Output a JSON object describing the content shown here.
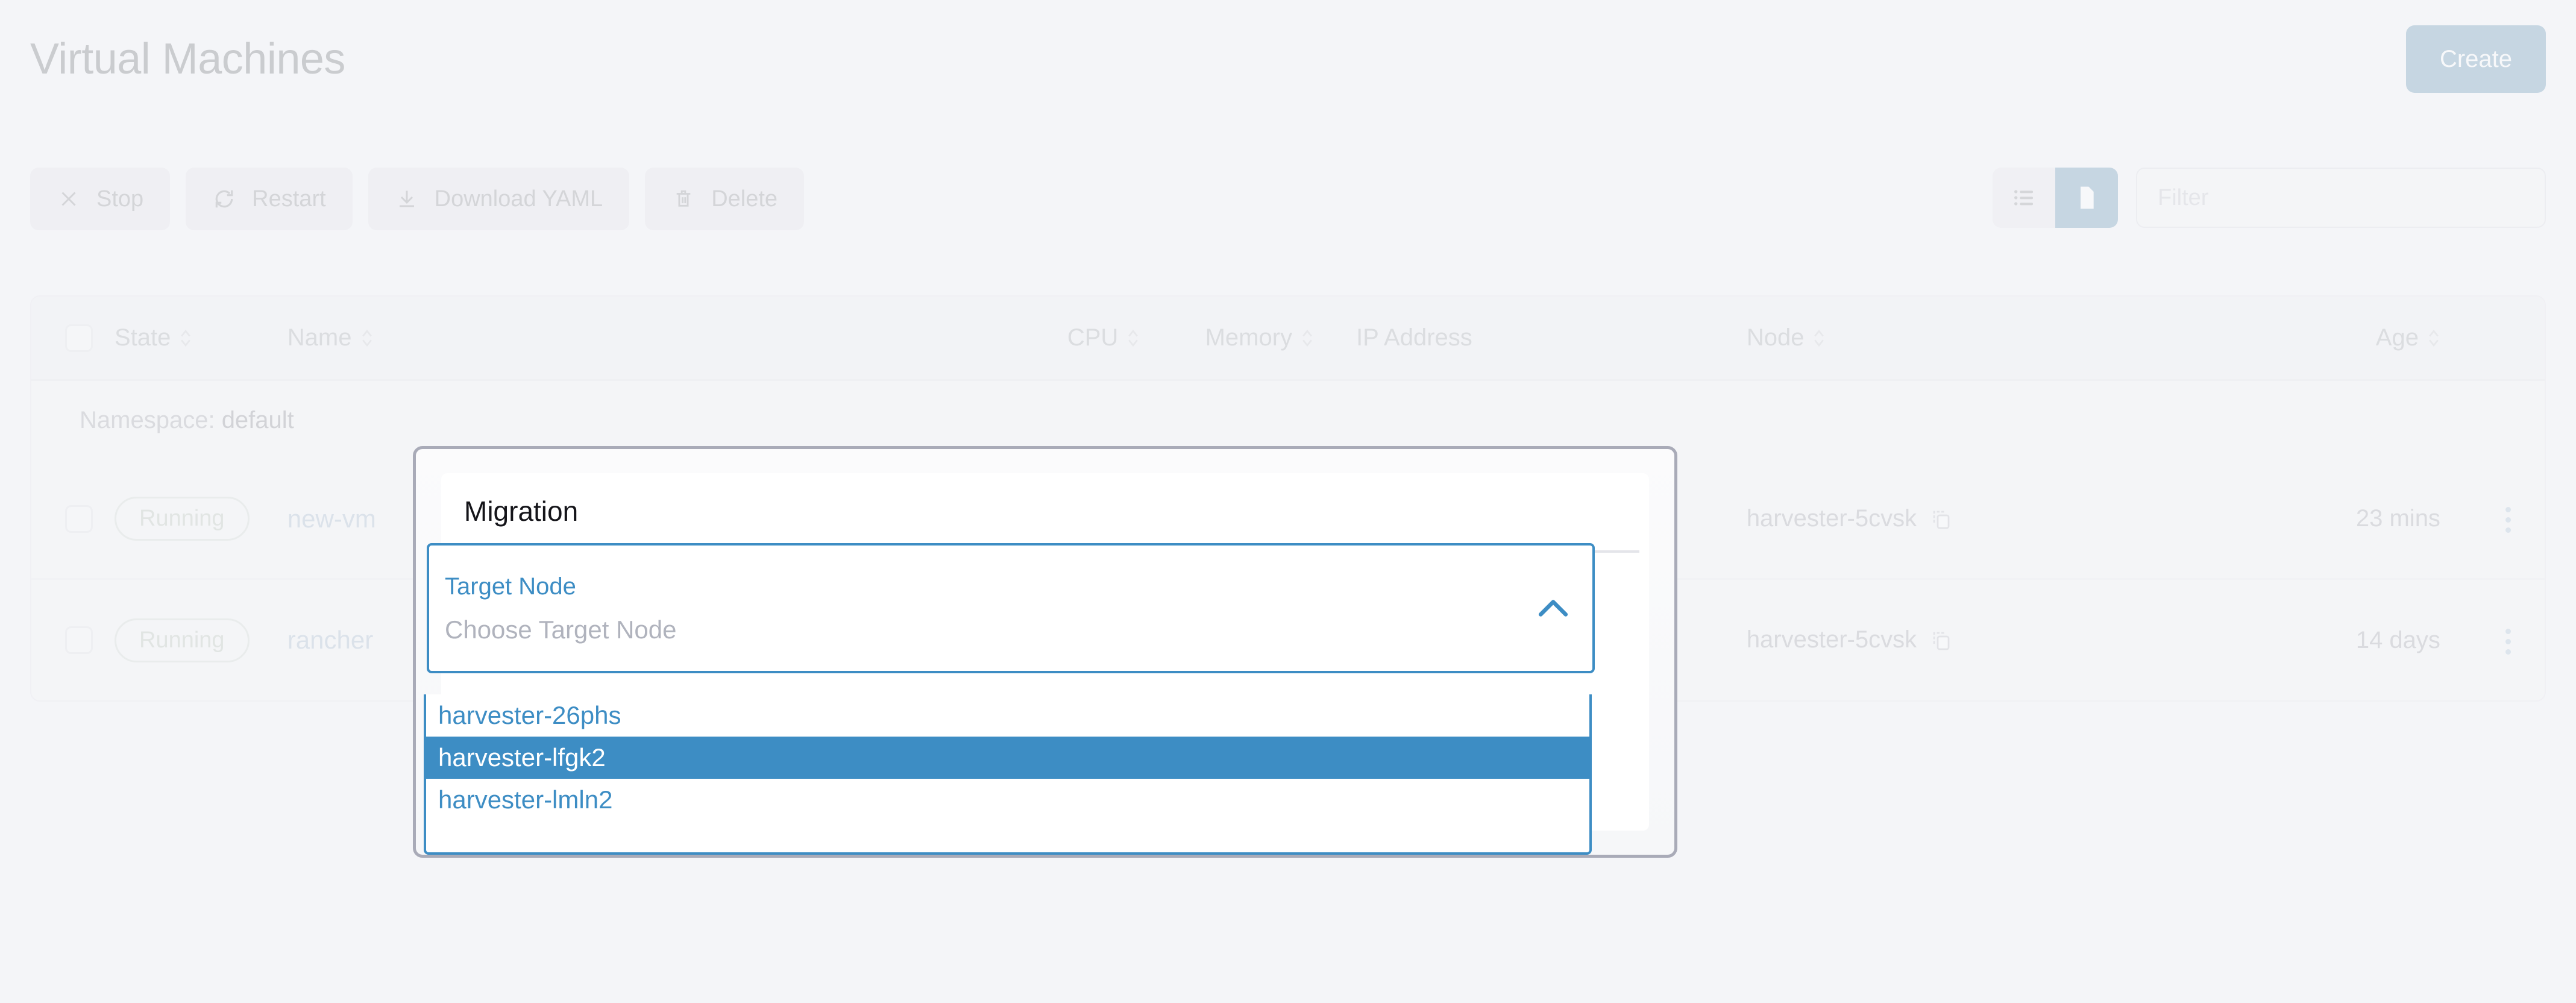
{
  "header": {
    "title": "Virtual Machines",
    "create_label": "Create"
  },
  "toolbar": {
    "buttons": [
      {
        "label": "Stop",
        "icon": "close-icon"
      },
      {
        "label": "Restart",
        "icon": "refresh-icon"
      },
      {
        "label": "Download YAML",
        "icon": "download-icon"
      },
      {
        "label": "Delete",
        "icon": "trash-icon"
      }
    ],
    "view_list_icon": "list-view-icon",
    "view_group_icon": "group-view-icon",
    "filter_placeholder": "Filter"
  },
  "table": {
    "columns": [
      {
        "label": "State",
        "sortable": true
      },
      {
        "label": "Name",
        "sortable": true
      },
      {
        "label": "CPU",
        "sortable": true
      },
      {
        "label": "Memory",
        "sortable": true
      },
      {
        "label": "IP Address",
        "sortable": false
      },
      {
        "label": "Node",
        "sortable": true
      },
      {
        "label": "Age",
        "sortable": true
      }
    ],
    "group_label_prefix": "Namespace:",
    "group_label_value": "default",
    "rows": [
      {
        "state": "Running",
        "name": "new-vm",
        "cpu": "",
        "memory": "",
        "ip": "",
        "node": "harvester-5cvsk",
        "age": "23 mins"
      },
      {
        "state": "Running",
        "name": "rancher",
        "cpu": "",
        "memory": "",
        "ip": "",
        "node": "harvester-5cvsk",
        "age": "14 days"
      }
    ]
  },
  "modal": {
    "title": "Migration",
    "select": {
      "label": "Target Node",
      "placeholder": "Choose Target Node",
      "chevron_icon": "chevron-up-icon",
      "expanded": true,
      "options": [
        {
          "label": "harvester-26phs",
          "selected": false
        },
        {
          "label": "harvester-lfgk2",
          "selected": true
        },
        {
          "label": "harvester-lmln2",
          "selected": false
        }
      ]
    }
  },
  "colors": {
    "accent": "#3d8dc4",
    "page_bg": "#f4f5f8",
    "status_running": "#b3c3ae",
    "link": "#97bbe0"
  }
}
